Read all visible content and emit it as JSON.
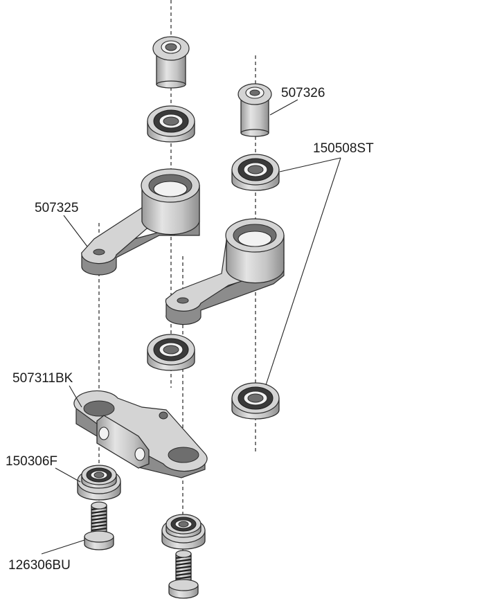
{
  "labels": {
    "bushing_top": "507326",
    "bearing": "150508ST",
    "arm": "507325",
    "bridge": "507311BK",
    "flanged_bearing": "150306F",
    "screw": "126306BU"
  },
  "colors": {
    "metal_light": "#e6e6e6",
    "metal_mid": "#bdbdbd",
    "metal_dark": "#8c8c8c",
    "line": "#222222"
  }
}
